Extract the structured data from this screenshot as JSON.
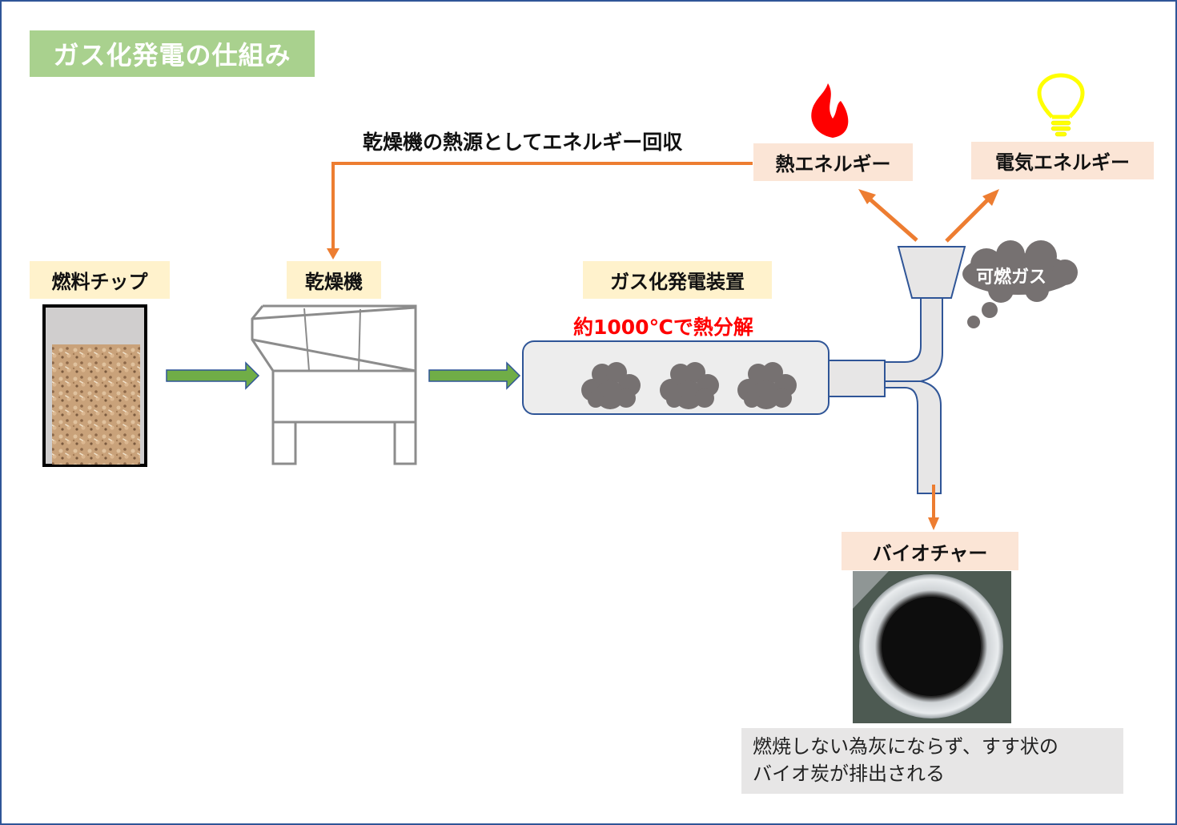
{
  "title": "ガス化発電の仕組み",
  "colors": {
    "title_bg": "#a9d18e",
    "label_yellow": "#fff2cc",
    "label_peach": "#fbe5d6",
    "flow_arrow": "#70ad47",
    "energy_arrow": "#ed7d31",
    "device_outline": "#2f5597",
    "temperature_text": "#ff0000",
    "gas_cloud": "#767171"
  },
  "stages": {
    "fuel_chip": {
      "label": "燃料チップ"
    },
    "dryer": {
      "label": "乾燥機"
    },
    "gasifier": {
      "label": "ガス化発電装置",
      "process_note": "約1000℃で熱分解"
    },
    "combustible_gas": {
      "label": "可燃ガス"
    },
    "heat_energy": {
      "label": "熱エネルギー",
      "icon": "flame-icon"
    },
    "electric_energy": {
      "label": "電気エネルギー",
      "icon": "lightbulb-icon"
    },
    "biochar": {
      "label": "バイオチャー",
      "description_lines": [
        "燃焼しない為灰にならず、すす状の",
        "バイオ炭が排出される"
      ]
    }
  },
  "heat_recovery_note": "乾燥機の熱源としてエネルギー回収"
}
